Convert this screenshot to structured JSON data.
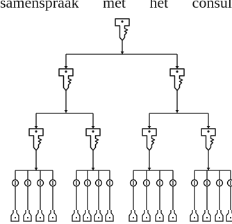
{
  "caption": "samenspraak met het consul",
  "hierarchy": {
    "levels": [
      {
        "name": "",
        "keys": 1
      },
      {
        "name": "",
        "keys": 2
      },
      {
        "name": "",
        "keys": 4
      },
      {
        "name": "",
        "cylinders_per_group": 4,
        "groups": 4
      }
    ]
  },
  "colors": {
    "ink": "#111111",
    "background": "#ffffff"
  },
  "icons": [
    "key-icon",
    "lock-cylinder-icon",
    "lock-icon"
  ]
}
